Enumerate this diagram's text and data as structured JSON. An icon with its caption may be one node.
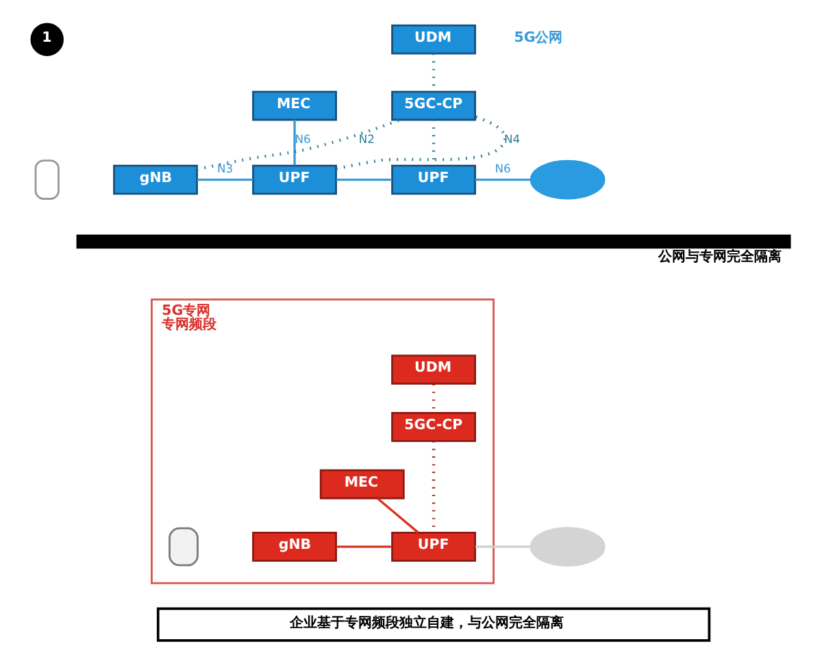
{
  "diagram": {
    "nodes": [
      {
        "text": [
          "1"
        ]
      },
      {
        "text": [
          "UDM"
        ]
      },
      {
        "text": [
          "5GC-CP"
        ]
      },
      {
        "text": [
          "MEC"
        ]
      },
      {
        "text": [],
        "shape": "box"
      },
      {
        "text": [
          "gNB"
        ]
      },
      {
        "text": [
          "UPF"
        ]
      },
      {
        "text": [
          "UPF"
        ]
      },
      {
        "text": [],
        "shape": "cloud"
      },
      {
        "text": [
          "公网与专网完全隔离"
        ]
      },
      {
        "text": [
          "5G专网",
          "专网频段"
        ]
      },
      {
        "text": [
          "UDM"
        ],
        "in": 10
      },
      {
        "text": [
          "5GC-CP"
        ],
        "in": 10
      },
      {
        "text": [
          "MEC"
        ],
        "in": 10
      },
      {
        "text": [],
        "shape": "box",
        "in": 10
      },
      {
        "text": [
          "gNB"
        ],
        "in": 10
      },
      {
        "text": [
          "UPF"
        ],
        "in": 10
      },
      {
        "text": [],
        "shape": "cloud"
      },
      {
        "text": [
          "企业基于专网频段独立自建，与公网完全隔离"
        ]
      }
    ],
    "edges": [
      {
        "from": 5,
        "to": 2,
        "arrow": "none",
        "label": "N2",
        "style": "dashed",
        "color": "#2f7f95"
      },
      {
        "from": 3,
        "to": 6,
        "arrow": "none",
        "label": "N6"
      },
      {
        "from": 6,
        "to": 2,
        "arrow": "none",
        "label": "N4",
        "style": "dashed",
        "color": "#2f7f95"
      },
      {
        "from": 1,
        "to": 2,
        "arrow": "none",
        "style": "dashed",
        "color": "#2f7f95"
      },
      {
        "from": 2,
        "to": 7,
        "arrow": "none",
        "style": "dashed",
        "color": "#2f7f95"
      },
      {
        "from": 5,
        "to": 6,
        "arrow": "none",
        "label": "N3"
      },
      {
        "from": 6,
        "to": 7,
        "arrow": "none"
      },
      {
        "from": 7,
        "to": 8,
        "arrow": "none",
        "label": "N6"
      },
      {
        "from": 11,
        "to": 12,
        "arrow": "none",
        "style": "dashed",
        "color": "#9a2a20"
      },
      {
        "from": 12,
        "to": 16,
        "arrow": "none",
        "style": "dashed",
        "color": "#9a2a20"
      },
      {
        "from": 13,
        "to": 16,
        "arrow": "none",
        "color": "#d9301f"
      },
      {
        "from": 15,
        "to": 16,
        "arrow": "none",
        "color": "#d9301f"
      },
      {
        "from": 16,
        "to": 17,
        "arrow": "none",
        "color": "#cfcfcf"
      }
    ],
    "labels": [
      "5G公网"
    ]
  }
}
